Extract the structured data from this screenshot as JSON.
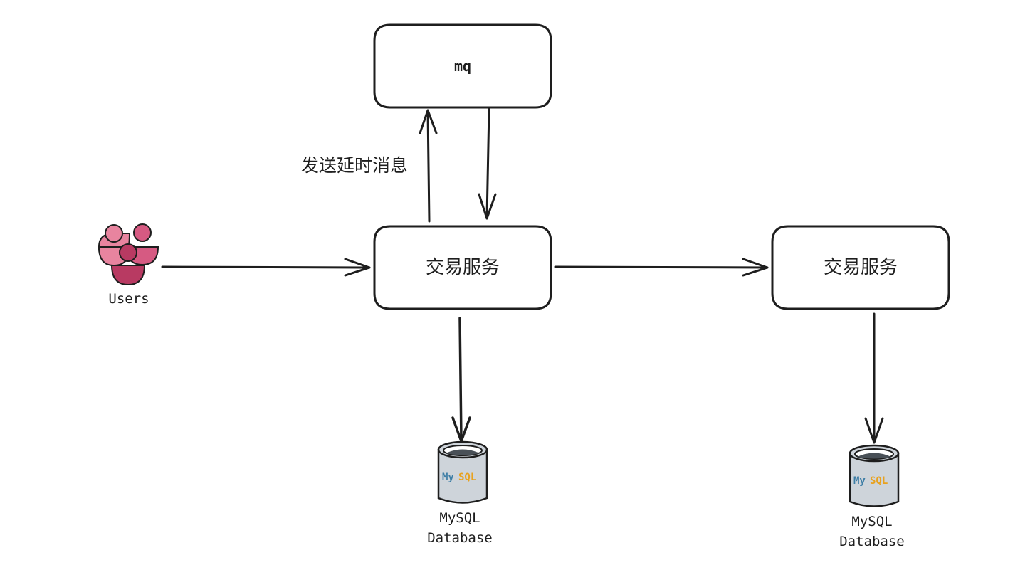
{
  "diagram": {
    "nodes": {
      "mq": {
        "label": "mq"
      },
      "trade_service_1": {
        "label": "交易服务"
      },
      "trade_service_2": {
        "label": "交易服务"
      },
      "users": {
        "label": "Users"
      },
      "db_1": {
        "label_line1": "MySQL",
        "label_line2": "Database",
        "logo_my": "My",
        "logo_sql": "SQL"
      },
      "db_2": {
        "label_line1": "MySQL",
        "label_line2": "Database",
        "logo_my": "My",
        "logo_sql": "SQL"
      }
    },
    "edges": [
      {
        "from": "users",
        "to": "trade_service_1",
        "label": ""
      },
      {
        "from": "trade_service_1",
        "to": "mq",
        "label": "发送延时消息"
      },
      {
        "from": "mq",
        "to": "trade_service_1",
        "label": ""
      },
      {
        "from": "trade_service_1",
        "to": "trade_service_2",
        "label": ""
      },
      {
        "from": "trade_service_1",
        "to": "db_1",
        "label": ""
      },
      {
        "from": "trade_service_2",
        "to": "db_2",
        "label": ""
      }
    ],
    "colors": {
      "stroke": "#1e1e1e",
      "users_light": "#e8849f",
      "users_mid": "#d65a82",
      "users_dark": "#b83a62",
      "db_body": "#ced4da",
      "mysql_blue": "#3e7ea6",
      "mysql_orange": "#e8a21f"
    }
  }
}
